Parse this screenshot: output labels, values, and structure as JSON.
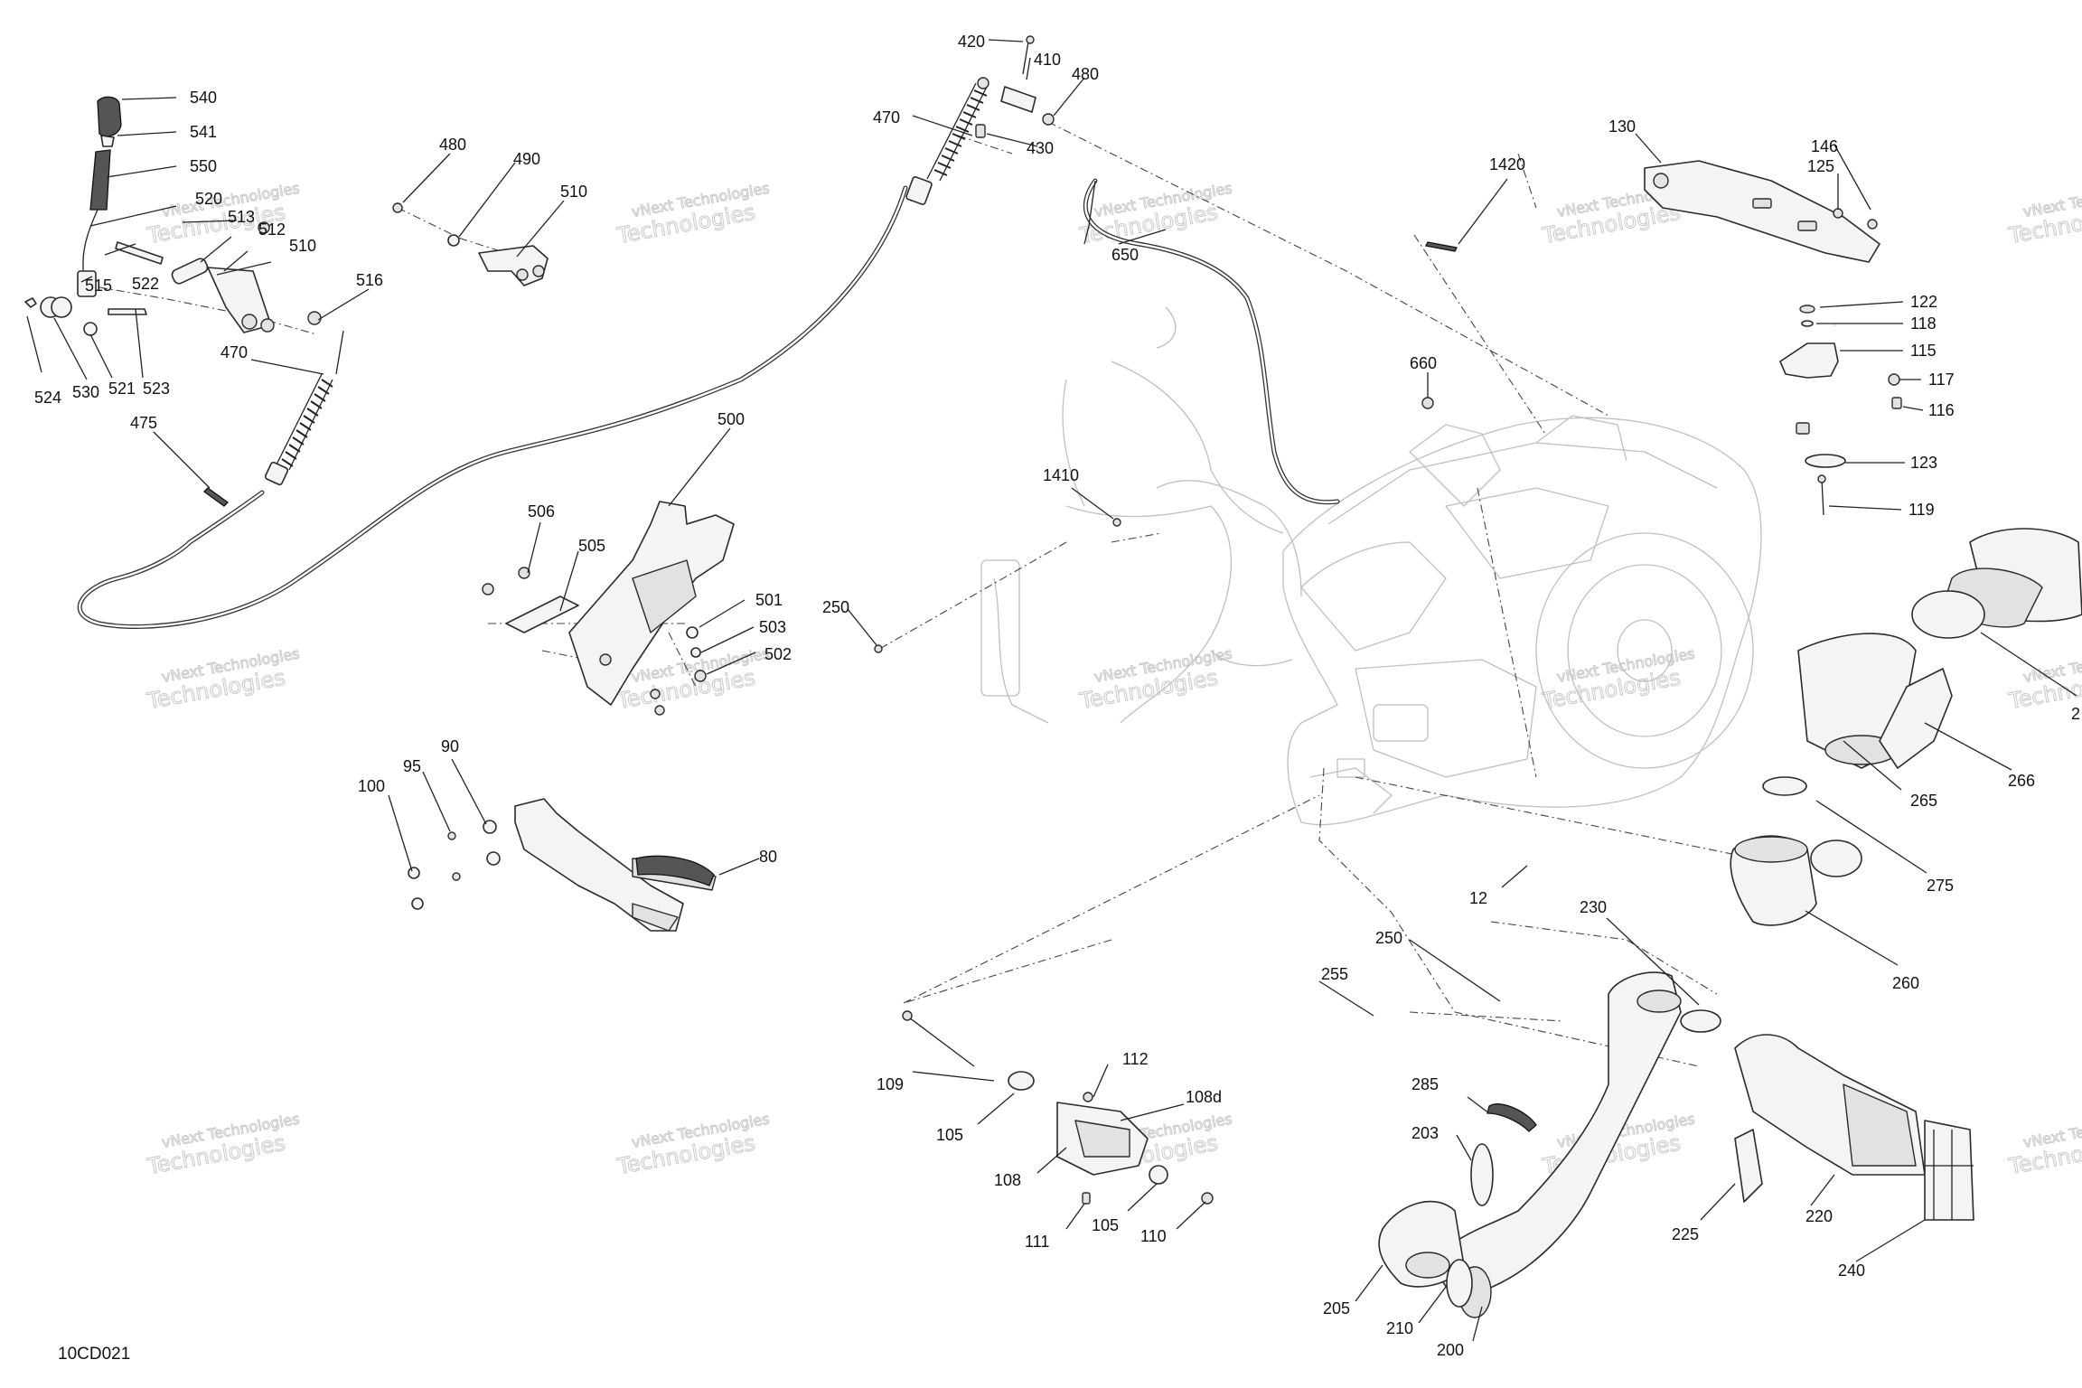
{
  "diagram": {
    "reference_code": "10CD021",
    "watermark": {
      "line1": "vNext Technologies",
      "line2": "Technologies"
    },
    "part_labels": [
      "540",
      "541",
      "550",
      "520",
      "513",
      "512",
      "510",
      "522",
      "515",
      "524",
      "530",
      "521",
      "523",
      "516",
      "470",
      "475",
      "480",
      "490",
      "510",
      "420",
      "410",
      "480",
      "470",
      "430",
      "650",
      "500",
      "506",
      "505",
      "501",
      "503",
      "502",
      "100",
      "95",
      "90",
      "80",
      "1410",
      "250",
      "1420",
      "660",
      "130",
      "125",
      "146",
      "122",
      "118",
      "115",
      "117",
      "116",
      "123",
      "119",
      "2",
      "266",
      "265",
      "275",
      "260",
      "12",
      "230",
      "250",
      "255",
      "109",
      "112",
      "108d",
      "105",
      "108",
      "111",
      "105",
      "110",
      "285",
      "203",
      "205",
      "210",
      "200",
      "225",
      "220",
      "240"
    ]
  }
}
